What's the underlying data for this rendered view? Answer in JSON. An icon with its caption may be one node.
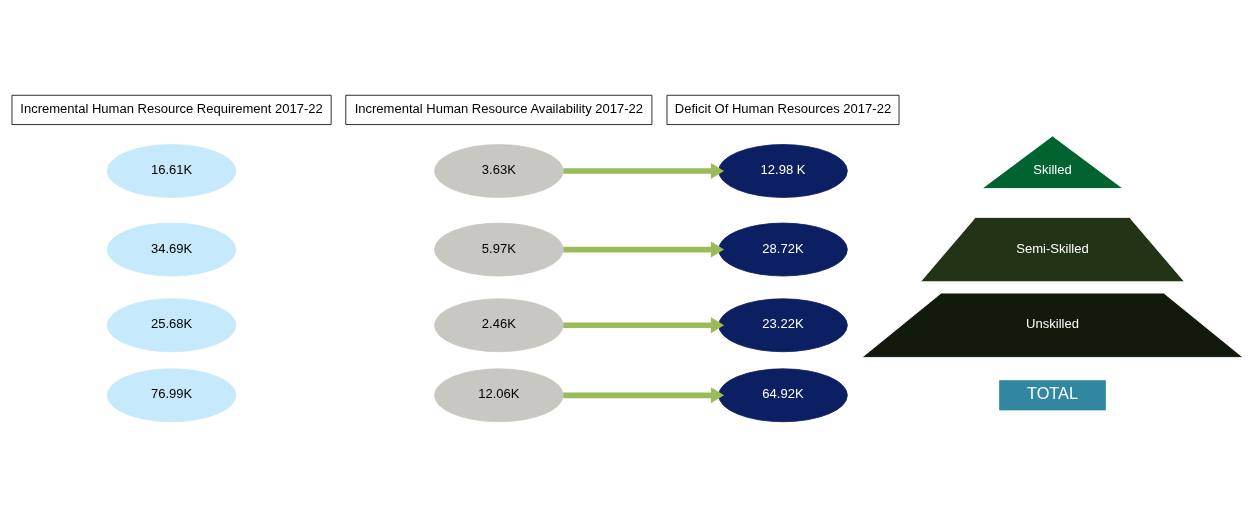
{
  "diagram": {
    "nodes": [
      {
        "text": [
          "Incremental Human Resource Requirement 2017-22"
        ]
      },
      {
        "text": [
          "Incremental Human Resource Availability 2017-22"
        ]
      },
      {
        "text": [
          "Deficit Of Human Resources 2017-22"
        ]
      },
      {
        "text": [
          "16.61K"
        ]
      },
      {
        "text": [
          "Skilled"
        ]
      },
      {
        "text": [
          "3.63K"
        ]
      },
      {
        "text": [
          "12.98 K"
        ]
      },
      {
        "text": [
          "34.69K"
        ]
      },
      {
        "text": [
          "Semi-Skilled"
        ]
      },
      {
        "text": [
          "5.97K"
        ]
      },
      {
        "text": [
          "28.72K"
        ]
      },
      {
        "text": [
          "25.68K"
        ]
      },
      {
        "text": [
          "Unskilled"
        ]
      },
      {
        "text": [
          "2.46K"
        ]
      },
      {
        "text": [
          "23.22K"
        ]
      },
      {
        "text": [
          "76.99K"
        ]
      },
      {
        "text": [
          "TOTAL"
        ]
      },
      {
        "text": [
          "12.06K"
        ]
      },
      {
        "text": [
          "64.92K"
        ]
      }
    ],
    "edges": [
      {
        "from": 5,
        "to": 6,
        "arrow": "to"
      },
      {
        "from": 9,
        "to": 10,
        "arrow": "to"
      },
      {
        "from": 13,
        "to": 14,
        "arrow": "to"
      },
      {
        "from": 17,
        "to": 18,
        "arrow": "to"
      }
    ]
  }
}
